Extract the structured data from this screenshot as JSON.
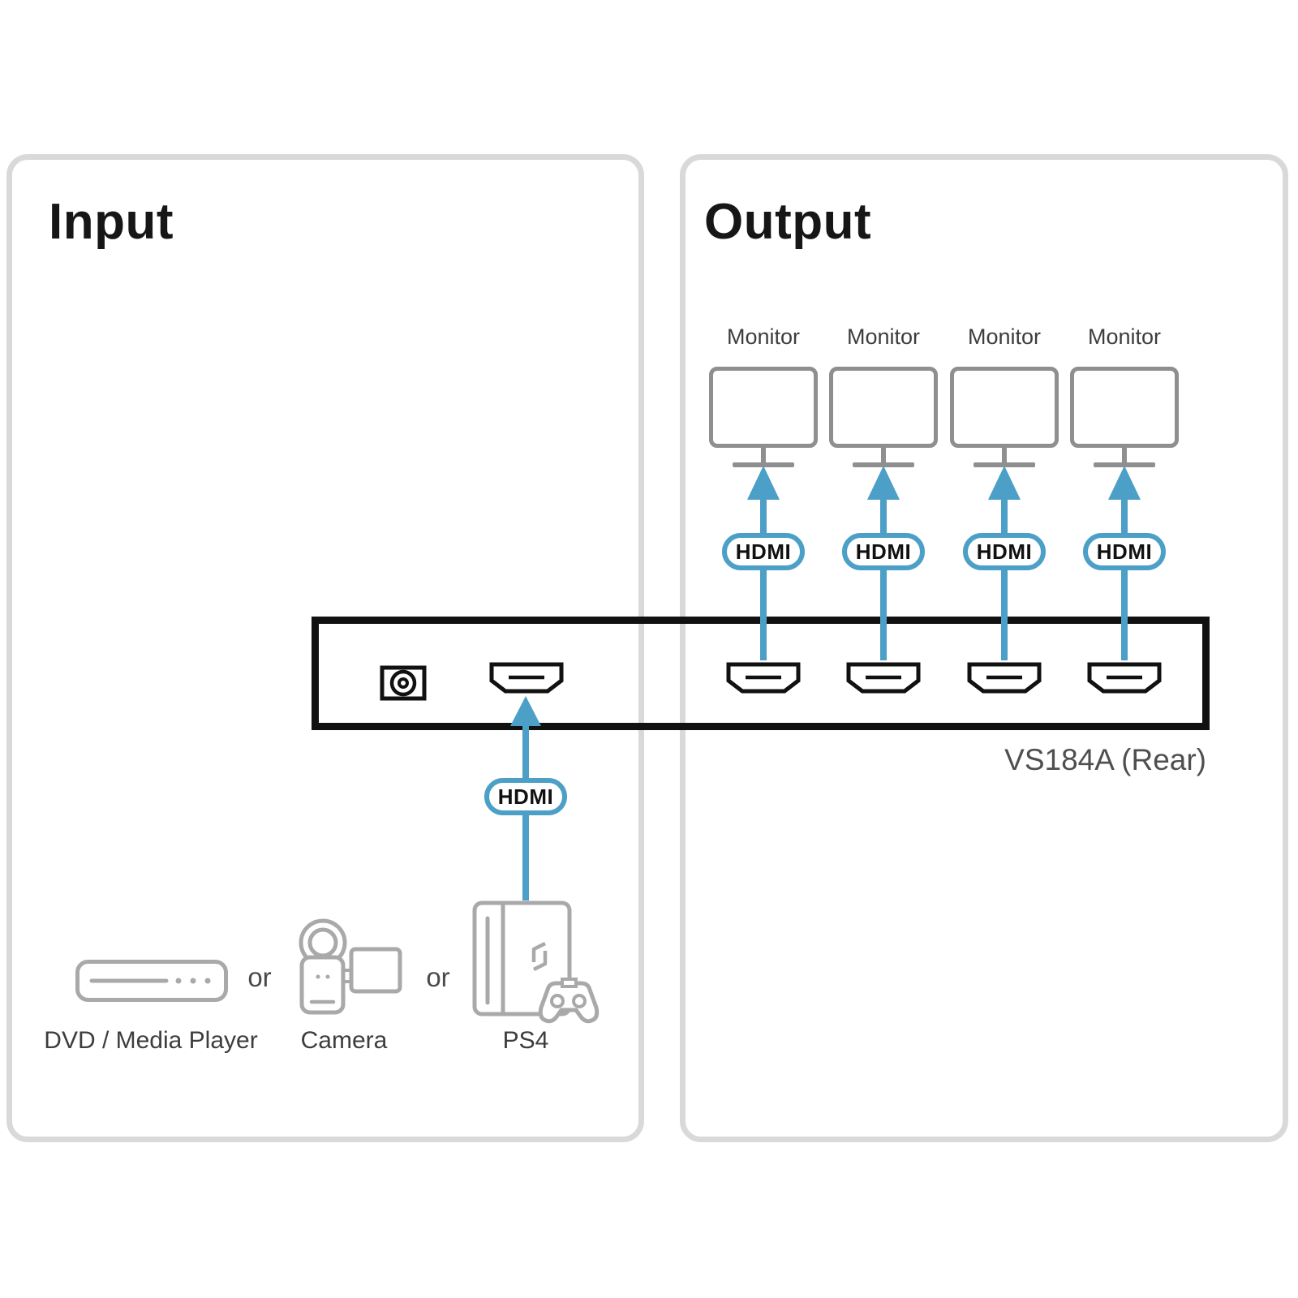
{
  "panels": {
    "input": {
      "title": "Input"
    },
    "output": {
      "title": "Output"
    }
  },
  "output_section": {
    "monitors": [
      {
        "label": "Monitor"
      },
      {
        "label": "Monitor"
      },
      {
        "label": "Monitor"
      },
      {
        "label": "Monitor"
      }
    ],
    "hdmi_badges": [
      "HDMI",
      "HDMI",
      "HDMI",
      "HDMI"
    ]
  },
  "device": {
    "label": "VS184A (Rear)",
    "ports": [
      "power-port",
      "hdmi-in-port",
      "hdmi-out-port-1",
      "hdmi-out-port-2",
      "hdmi-out-port-3",
      "hdmi-out-port-4"
    ]
  },
  "input_section": {
    "hdmi_badge": "HDMI",
    "separators": [
      "or",
      "or"
    ],
    "sources": [
      {
        "label": "DVD / Media Player",
        "icon": "dvd-player-icon"
      },
      {
        "label": "Camera",
        "icon": "camera-icon"
      },
      {
        "label": "PS4",
        "icon": "ps4-icon"
      }
    ]
  },
  "colors": {
    "accent_blue": "#4C9FC6",
    "device_border": "#111111",
    "panel_border": "#D9D9D9",
    "monitor_gray": "#8F8F8F",
    "source_gray": "#A9A9A9",
    "label_dark": "#3D3D3D",
    "device_label_gray": "#4F4F4F"
  }
}
